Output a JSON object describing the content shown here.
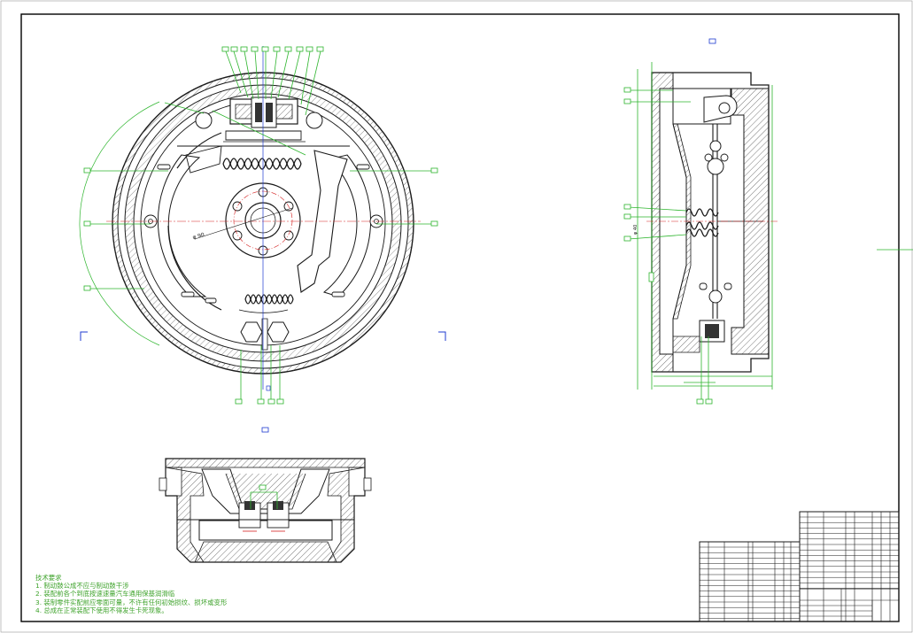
{
  "notes": {
    "heading": "技术要求",
    "items": [
      "1. 制动鼓公成不应与制动鼓干涉",
      "2. 装配前各个到底按速速量汽车通用保基润滑临",
      "3. 装制零件实配前应零面可量，不许有任何初始损纹、损坏或变形",
      "4. 总成在正常装配下使用不得发生卡死现象。"
    ]
  },
  "dimensions": {
    "bolt_circle": "φ 90",
    "vertical_dim": "φ 40"
  },
  "colors": {
    "line": "#1a1a1a",
    "hatch": "#555555",
    "leader": "#2db52d",
    "center": "#d42020",
    "axis": "#1f3bd1",
    "frame": "#000000"
  }
}
